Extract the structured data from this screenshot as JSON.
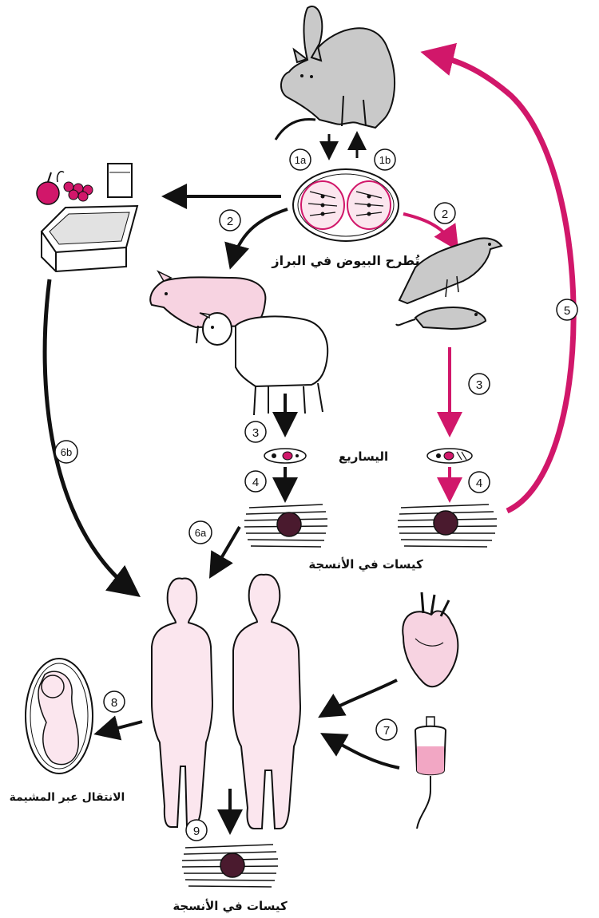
{
  "labels": {
    "oocysts": "تُطرح البيوض في البراز",
    "tachyzoites": "اليساريع",
    "tissue_cysts_animals": "كيسات في الأنسجة",
    "transplacental": "الانتقال عبر المشيمة",
    "tissue_cysts_human": "كيسات في الأنسجة"
  },
  "steps": {
    "s1a": "1a",
    "s1b": "1b",
    "s2_left": "2",
    "s2_right": "2",
    "s3_left": "3",
    "s3_right": "3",
    "s4_left": "4",
    "s4_right": "4",
    "s5": "5",
    "s6a": "6a",
    "s6b": "6b",
    "s7": "7",
    "s8": "8",
    "s9": "9"
  },
  "icons": {
    "cat": "cat-icon",
    "oocyst": "oocyst-icon",
    "food": "food-icon",
    "pig": "pig-icon",
    "sheep": "sheep-icon",
    "bird": "bird-icon",
    "mouse": "mouse-icon",
    "tachyzoite": "tachyzoite-icon",
    "tissue_cyst": "tissue-cyst-icon",
    "humans": "humans-icon",
    "fetus": "fetus-icon",
    "heart": "heart-icon",
    "blood_bag": "blood-bag-icon"
  },
  "colors": {
    "ink": "#111111",
    "magenta": "#d1176a",
    "pink_fill": "#f7d3e1",
    "pale_pink": "#fbe6ee",
    "gray_fill": "#c8c8c8"
  }
}
